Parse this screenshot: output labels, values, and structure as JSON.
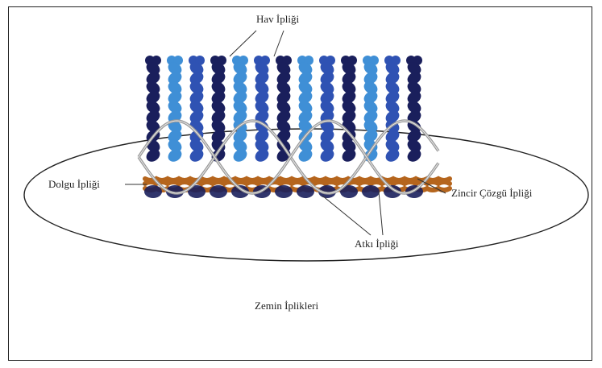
{
  "labels": {
    "pile_yarn": "Hav İpliği",
    "stuffer_yarn": "Dolgu İpliği",
    "chain_warp_yarn": "Zincir Çözgü İpliği",
    "weft_yarn": "Atkı İpliği",
    "ground_yarns": "Zemin İplikleri"
  },
  "colors": {
    "pile_dark": "#1a1f5c",
    "pile_mid": "#2f52b3",
    "pile_light": "#3f8fd6",
    "stuffer": "#b5651d",
    "chain_warp": "#9a9a9a",
    "outline": "#222222"
  }
}
